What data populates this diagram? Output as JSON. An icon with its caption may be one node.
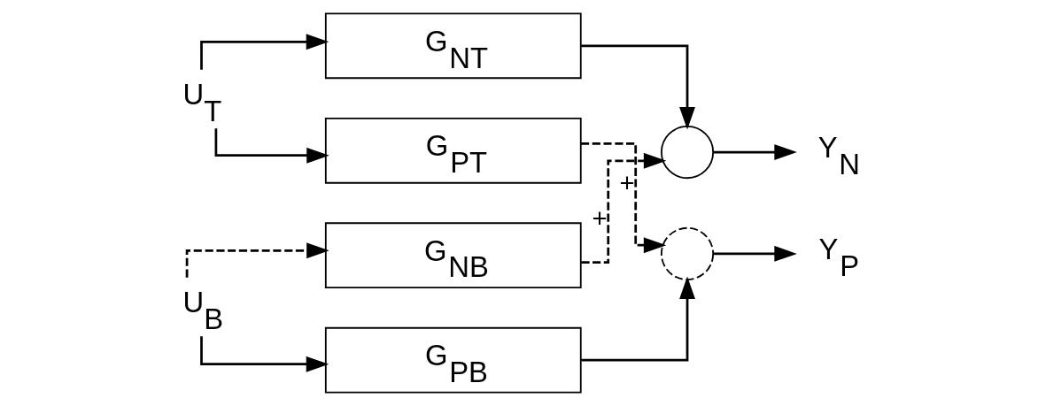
{
  "diagram": {
    "nodes": [
      {
        "text": [
          "U$_{T}$"
        ]
      },
      {
        "text": [
          "G$_{NT}$"
        ]
      },
      {
        "text": [],
        "shape": "circle"
      },
      {
        "text": [
          "Y$_{N}$"
        ]
      },
      {
        "text": [
          "G$_{PT}$"
        ]
      },
      {
        "text": [
          "G$_{NB}$"
        ]
      },
      {
        "text": [
          "U$_{B}$"
        ]
      },
      {
        "text": [
          "G$_{PB}$"
        ]
      },
      {
        "text": [],
        "shape": "circle"
      },
      {
        "text": [
          "Y$_{P}$"
        ]
      }
    ],
    "edges": [
      {
        "from": 0,
        "to": 1,
        "arrow": "to"
      },
      {
        "from": 0,
        "to": 4,
        "arrow": "to"
      },
      {
        "from": 1,
        "to": 2,
        "arrow": "to"
      },
      {
        "from": 2,
        "to": 3,
        "arrow": "to"
      },
      {
        "from": 5,
        "to": 2,
        "arrow": "to",
        "label": "+",
        "style": "dashed"
      },
      {
        "from": 4,
        "to": 8,
        "arrow": "to",
        "label": "+",
        "style": "dashed"
      },
      {
        "from": 6,
        "to": 7,
        "arrow": "to"
      },
      {
        "from": 6,
        "to": 5,
        "arrow": "to",
        "style": "dashed"
      },
      {
        "from": 7,
        "to": 8,
        "arrow": "to"
      },
      {
        "from": 8,
        "to": 9,
        "arrow": "to"
      }
    ]
  }
}
